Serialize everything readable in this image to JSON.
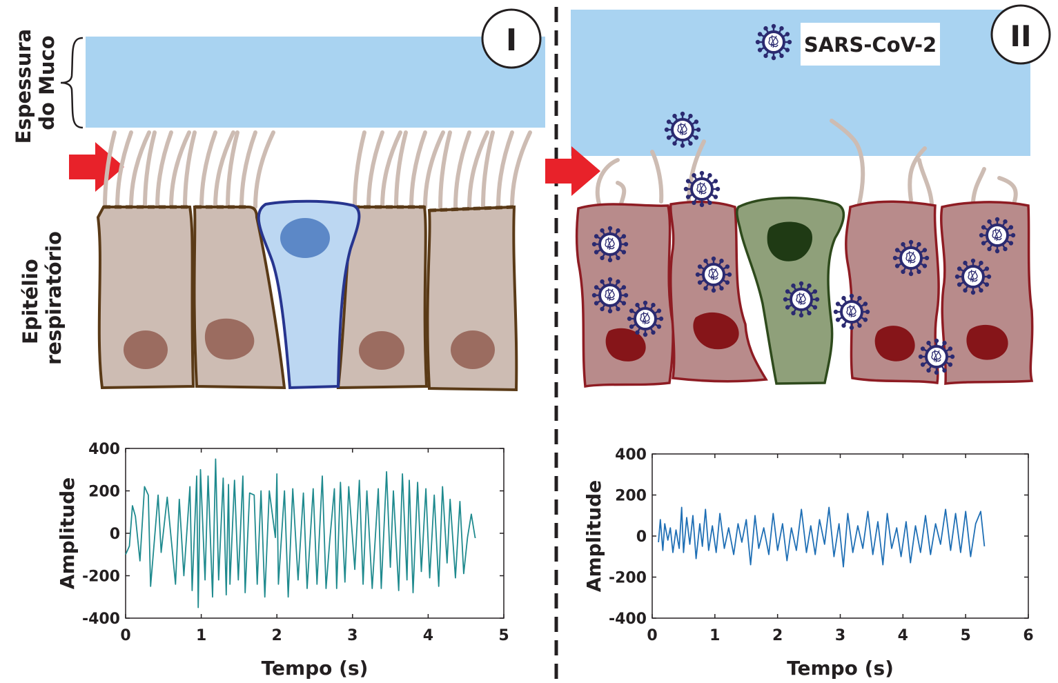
{
  "labels": {
    "mucus_thickness": [
      "Espessura",
      "do Muco"
    ],
    "epithelium": [
      "Epitélio",
      "respiratório"
    ],
    "panel_healthy": "I",
    "panel_infected": "II",
    "virus_label": "SARS-CoV-2"
  },
  "colors": {
    "mucus": "#a9d3f1",
    "healthy_cell_fill": "#cdbcb3",
    "healthy_cell_stroke": "#5a3a17",
    "healthy_nucleus": "#9b6c60",
    "goblet_fill": "#bcd7f2",
    "goblet_stroke": "#27358f",
    "goblet_nucleus": "#5c88c7",
    "infected_cell_fill": "#b88b8b",
    "infected_cell_stroke": "#8e1c23",
    "infected_nucleus": "#861519",
    "infected_goblet_fill": "#8fa07a",
    "infected_goblet_stroke": "#2e4a1c",
    "infected_goblet_nucleus": "#1f3a14",
    "cilia": "#cdbcb3",
    "arrow": "#e8222a",
    "virus": "#2b2a70",
    "signal_healthy": "#1f8a8e",
    "signal_infected": "#1f6fb5"
  },
  "icons": [
    "red-arrow-icon",
    "sars-cov-2-virus-icon",
    "curly-brace-icon"
  ],
  "chart_data": [
    {
      "type": "line",
      "xlabel": "Tempo (s)",
      "ylabel": "Amplitude",
      "xlim": [
        0,
        5
      ],
      "ylim": [
        -400,
        400
      ],
      "xticks": [
        "0",
        "1",
        "2",
        "3",
        "4",
        "5"
      ],
      "yticks": [
        "400",
        "200",
        "0",
        "-200",
        "-400"
      ],
      "series": [
        {
          "x": [
            0,
            0.05,
            0.09,
            0.13,
            0.19,
            0.25,
            0.3,
            0.33,
            0.43,
            0.47,
            0.55,
            0.66,
            0.71,
            0.77,
            0.85,
            0.88,
            0.94,
            0.96,
            0.99,
            1.05,
            1.09,
            1.15,
            1.19,
            1.23,
            1.29,
            1.33,
            1.36,
            1.38,
            1.44,
            1.49,
            1.55,
            1.58,
            1.64,
            1.7,
            1.74,
            1.79,
            1.84,
            1.9,
            1.98,
            2.0,
            2.02,
            2.1,
            2.15,
            2.21,
            2.28,
            2.35,
            2.4,
            2.48,
            2.53,
            2.6,
            2.65,
            2.7,
            2.76,
            2.79,
            2.84,
            2.9,
            2.95,
            3.03,
            3.09,
            3.14,
            3.19,
            3.26,
            3.34,
            3.38,
            3.45,
            3.5,
            3.54,
            3.61,
            3.66,
            3.72,
            3.75,
            3.8,
            3.86,
            3.91,
            3.97,
            4.02,
            4.08,
            4.14,
            4.19,
            4.25,
            4.29,
            4.36,
            4.42,
            4.47,
            4.52,
            4.57,
            4.62,
            4.63
          ],
          "y": [
            -100,
            -60,
            130,
            80,
            -130,
            220,
            180,
            -250,
            180,
            -90,
            170,
            -240,
            160,
            -200,
            220,
            -270,
            270,
            -350,
            300,
            -220,
            270,
            -300,
            350,
            -220,
            260,
            -290,
            230,
            -240,
            250,
            -220,
            270,
            -280,
            190,
            180,
            -240,
            200,
            -300,
            200,
            -20,
            280,
            -240,
            200,
            -300,
            210,
            -220,
            190,
            -260,
            210,
            -240,
            270,
            -260,
            -30,
            210,
            -260,
            240,
            -230,
            220,
            -170,
            250,
            -240,
            200,
            -260,
            210,
            -260,
            290,
            -160,
            200,
            -270,
            280,
            -220,
            250,
            -280,
            240,
            -180,
            210,
            -210,
            180,
            -250,
            220,
            -140,
            160,
            -210,
            150,
            -190,
            -20,
            90,
            -20,
            -20
          ]
        }
      ]
    },
    {
      "type": "line",
      "xlabel": "Tempo (s)",
      "ylabel": "Amplitude",
      "xlim": [
        0,
        6
      ],
      "ylim": [
        -400,
        400
      ],
      "xticks": [
        "0",
        "1",
        "2",
        "3",
        "4",
        "5",
        "6"
      ],
      "yticks": [
        "400",
        "200",
        "0",
        "-200",
        "-400"
      ],
      "series": [
        {
          "x": [
            0.1,
            0.13,
            0.17,
            0.2,
            0.25,
            0.29,
            0.33,
            0.38,
            0.43,
            0.47,
            0.5,
            0.55,
            0.6,
            0.65,
            0.7,
            0.76,
            0.8,
            0.85,
            0.9,
            0.96,
            1.02,
            1.08,
            1.15,
            1.22,
            1.3,
            1.37,
            1.43,
            1.5,
            1.57,
            1.64,
            1.7,
            1.78,
            1.86,
            1.93,
            2.0,
            2.08,
            2.15,
            2.22,
            2.3,
            2.38,
            2.46,
            2.53,
            2.6,
            2.67,
            2.75,
            2.82,
            2.9,
            2.98,
            3.05,
            3.12,
            3.2,
            3.28,
            3.36,
            3.44,
            3.52,
            3.6,
            3.68,
            3.75,
            3.82,
            3.9,
            3.97,
            4.05,
            4.12,
            4.2,
            4.28,
            4.36,
            4.44,
            4.52,
            4.6,
            4.68,
            4.76,
            4.84,
            4.92,
            5.0,
            5.08,
            5.16,
            5.24,
            5.3
          ],
          "y": [
            -30,
            80,
            -70,
            60,
            -20,
            40,
            -80,
            30,
            -60,
            140,
            -80,
            90,
            -40,
            100,
            -110,
            60,
            -50,
            130,
            -70,
            50,
            -80,
            110,
            -60,
            40,
            -90,
            60,
            -30,
            80,
            -140,
            100,
            -60,
            40,
            -90,
            110,
            -70,
            60,
            -120,
            40,
            -70,
            130,
            -80,
            50,
            -90,
            80,
            -40,
            140,
            -100,
            60,
            -150,
            110,
            -80,
            50,
            -60,
            120,
            -90,
            70,
            -140,
            110,
            -60,
            40,
            -100,
            70,
            -130,
            50,
            -80,
            100,
            -90,
            60,
            -40,
            130,
            -70,
            110,
            -80,
            120,
            -100,
            60,
            120,
            -50
          ]
        }
      ]
    }
  ]
}
